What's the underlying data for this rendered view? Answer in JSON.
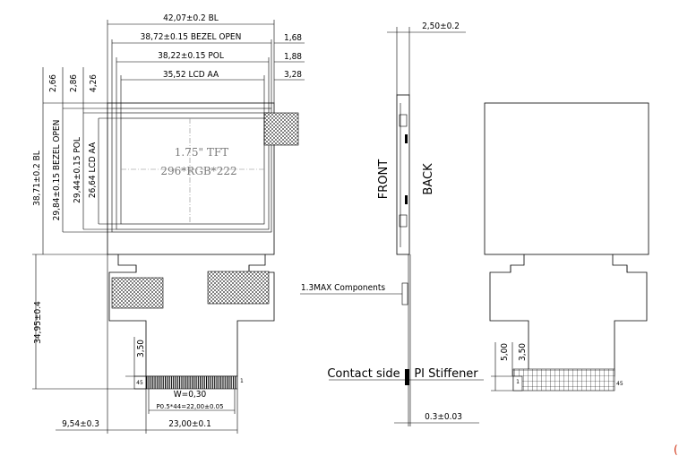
{
  "front_view": {
    "dim_bl_width": "42,07±0.2 BL",
    "dim_bezel_width": "38,72±0.15 BEZEL OPEN",
    "dim_pol_width": "38,22±0.15 POL",
    "dim_lcd_width": "35,52 LCD AA",
    "dim_right_1": "1,68",
    "dim_right_2": "1,88",
    "dim_right_3": "3,28",
    "dim_left_1": "2,66",
    "dim_left_2": "2,86",
    "dim_left_3": "4,26",
    "dim_bl_height": "38,71±0.2 BL",
    "dim_bezel_height": "29,84±0.15 BEZEL OPEN",
    "dim_pol_height": "29,44±0.15 POL",
    "dim_lcd_height": "26,64 LCD AA",
    "dim_fpc_length": "34,95±0.4",
    "dim_pad": "3,50",
    "dim_left_offset": "9,54±0.3",
    "dim_fpc_width": "23,00±0.1",
    "pin_width": "W=0,30",
    "pitch": "P0.5*44=22,00±0.05",
    "pin_first": "45",
    "pin_last": "1",
    "tft_title": "1.75\" TFT",
    "tft_resolution": "296*RGB*222"
  },
  "side_view": {
    "dim_thickness": "2,50±0.2",
    "label_front": "FRONT",
    "label_back": "BACK",
    "components": "1.3MAX Components",
    "contact_side": "Contact side",
    "stiffener": "PI Stiffener",
    "dim_fpc_thickness": "0.3±0.03"
  },
  "back_view": {
    "dim_5": "5,00",
    "dim_3": "3,50",
    "pin_first": "1",
    "pin_last": "45"
  },
  "corner_mark": "("
}
